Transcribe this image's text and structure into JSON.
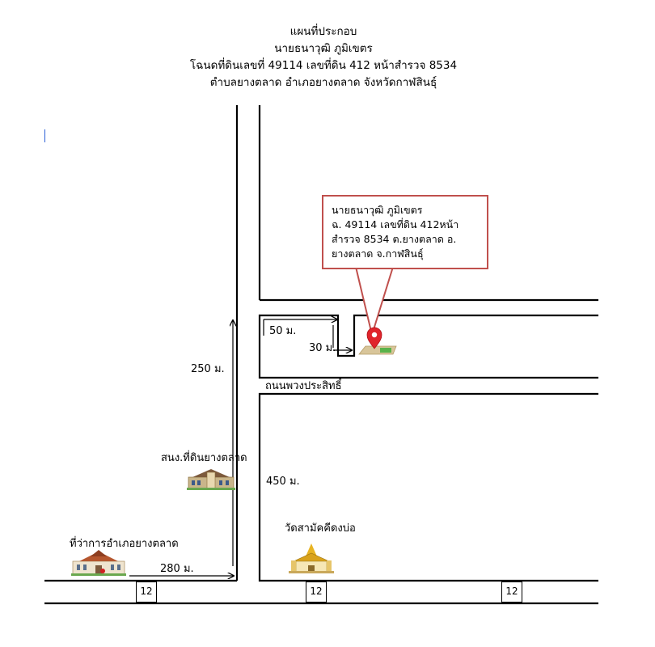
{
  "title": {
    "line1": "แผนที่ประกอบ",
    "line2": "นายธนาวุฒิ ภูมิเขตร",
    "line3": "โฉนดที่ดินเลขที่ 49114 เลขที่ดิน 412 หน้าสำรวจ 8534",
    "line4": "ตำบลยางตลาด อำเภอยางตลาด จังหวัดกาฬสินธุ์"
  },
  "callout": {
    "line1": "นายธนาวุฒิ ภูมิเขตร",
    "line2": "ฉ. 49114 เลขที่ดิน 412หน้า",
    "line3": "สำรวจ 8534  ต.ยางตลาด อ.",
    "line4": "ยางตลาด จ.กาฬสินธุ์",
    "border_color": "#c0504d",
    "pin_color": "#e0242b"
  },
  "distances": {
    "d50": "50 ม.",
    "d30": "30 ม.",
    "d250": "250 ม.",
    "d450": "450 ม.",
    "d280": "280 ม."
  },
  "roads": {
    "side_road": "ถนนพวงประสิทธิ์",
    "route_no_1": "12",
    "route_no_2": "12",
    "route_no_3": "12"
  },
  "landmarks": {
    "land_office": "สนง.ที่ดินยางตลาด",
    "district_office": "ที่ว่าการอำเภอยางตลาด",
    "temple": "วัดสามัคคีดงบ่อ"
  },
  "icons": {
    "land_office": "land-office-building-icon",
    "district_office": "district-office-building-icon",
    "temple": "temple-icon",
    "pin": "location-pin-icon"
  }
}
